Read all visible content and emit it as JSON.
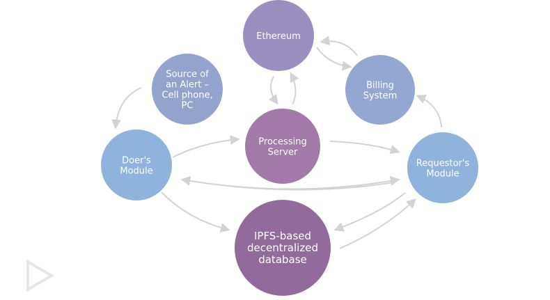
{
  "nodes": [
    {
      "id": "ethereum",
      "lines": [
        "Ethereum"
      ],
      "color": "#9b8fc0"
    },
    {
      "id": "source",
      "lines": [
        "Source of",
        "an Alert –",
        "Cell phone,",
        "PC"
      ],
      "color": "#93a4cc"
    },
    {
      "id": "billing",
      "lines": [
        "Billing",
        "System"
      ],
      "color": "#93a8d0"
    },
    {
      "id": "processing",
      "lines": [
        "Processing",
        "Server"
      ],
      "color": "#a37aaa"
    },
    {
      "id": "doer",
      "lines": [
        "Doer's",
        "Module"
      ],
      "color": "#8fb3da"
    },
    {
      "id": "requestor",
      "lines": [
        "Requestor's",
        "Module"
      ],
      "color": "#8fb3da"
    },
    {
      "id": "ipfs",
      "lines": [
        "IPFS-based",
        "decentralized",
        "database"
      ],
      "color": "#936a9c"
    }
  ],
  "edges": [
    {
      "from": "billing",
      "to": "ethereum"
    },
    {
      "from": "ethereum",
      "to": "billing"
    },
    {
      "from": "ethereum",
      "to": "processing"
    },
    {
      "from": "processing",
      "to": "ethereum"
    },
    {
      "from": "source",
      "to": "doer"
    },
    {
      "from": "doer",
      "to": "processing"
    },
    {
      "from": "processing",
      "to": "requestor"
    },
    {
      "from": "requestor",
      "to": "billing"
    },
    {
      "from": "requestor",
      "to": "doer"
    },
    {
      "from": "doer",
      "to": "requestor"
    },
    {
      "from": "doer",
      "to": "ipfs"
    },
    {
      "from": "requestor",
      "to": "ipfs"
    },
    {
      "from": "ipfs",
      "to": "requestor"
    }
  ],
  "play_button": {
    "icon": "play-icon",
    "color": "#e6e6e6"
  },
  "arrow_color": "#d3d3d3"
}
